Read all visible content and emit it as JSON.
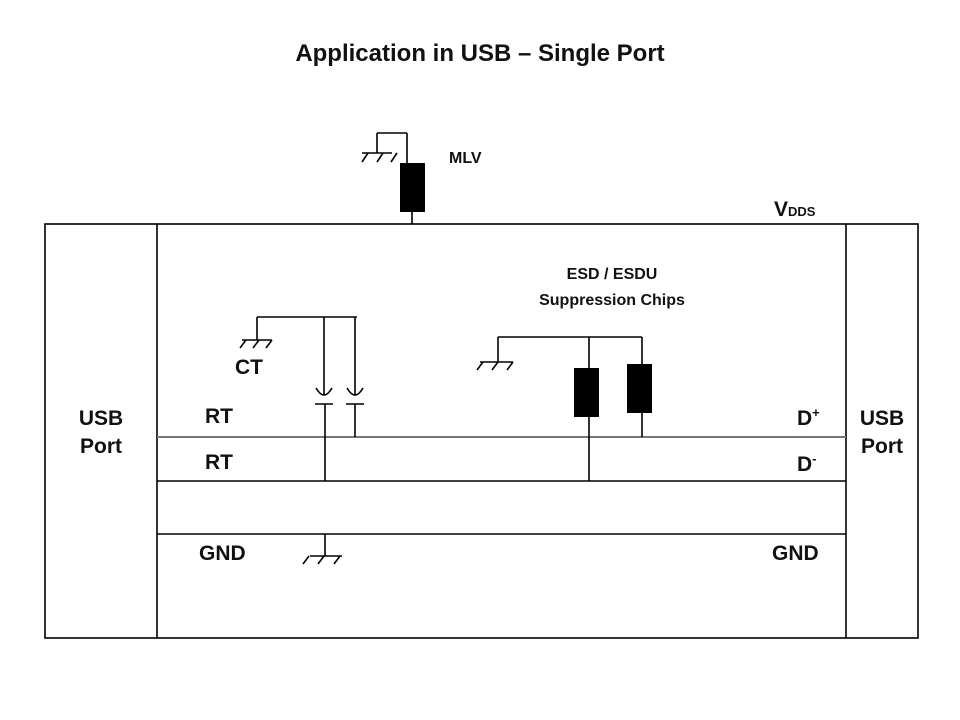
{
  "title": "Application in USB – Single Port",
  "labels": {
    "mlv": "MLV",
    "vdds_main": "V",
    "vdds_sub": "DDS",
    "esd_line1": "ESD / ESDU",
    "esd_line2": "Suppression Chips",
    "ct": "CT",
    "rt_top": "RT",
    "rt_bottom": "RT",
    "gnd_left": "GND",
    "gnd_right": "GND",
    "dplus_main": "D",
    "dplus_sup": "+",
    "dminus_main": "D",
    "dminus_sup": "-",
    "usb_left_line1": "USB",
    "usb_left_line2": "Port",
    "usb_right_line1": "USB",
    "usb_right_line2": "Port"
  },
  "components": [
    {
      "name": "MLV varistor",
      "symbol": "filled-rectangle"
    },
    {
      "name": "ESD suppression chip 1",
      "symbol": "filled-rectangle"
    },
    {
      "name": "ESD suppression chip 2",
      "symbol": "filled-rectangle"
    },
    {
      "name": "CT capacitor 1",
      "symbol": "capacitor"
    },
    {
      "name": "CT capacitor 2",
      "symbol": "capacitor"
    },
    {
      "name": "ground",
      "symbol": "ground-hatch",
      "count": 4
    }
  ]
}
